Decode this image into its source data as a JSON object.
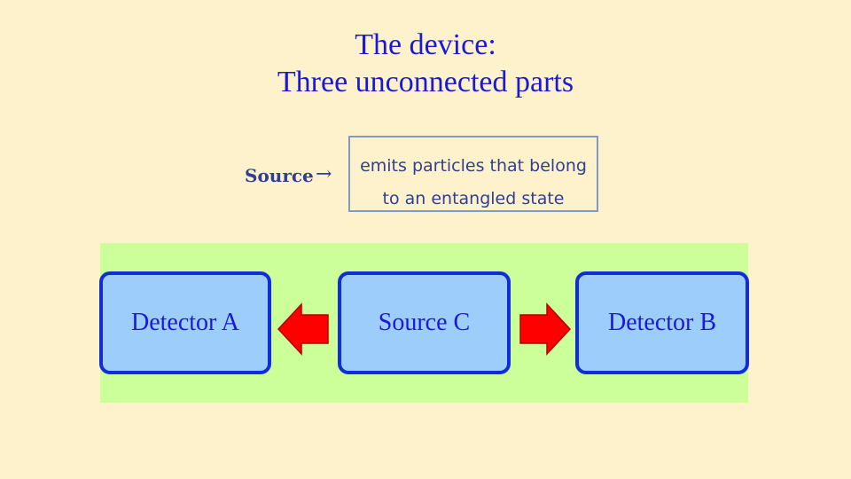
{
  "title": {
    "line1": "The device:",
    "line2": "Three unconnected parts"
  },
  "legend": {
    "source_label": "Source",
    "arrow_glyph": "→",
    "description_line1": "emits particles that belong",
    "description_line2": "to an entangled state"
  },
  "devices": {
    "detector_a": "Detector A",
    "source_c": "Source C",
    "detector_b": "Detector B"
  },
  "arrows": {
    "left": "arrow-left-icon",
    "right": "arrow-right-icon"
  },
  "colors": {
    "background": "#fef2cc",
    "title": "#1a1ad6",
    "panel": "#ccff99",
    "box_fill": "#9ccdfb",
    "box_border": "#0f2ed9",
    "arrow_fill": "#ff0000",
    "arrow_stroke": "#b30000"
  }
}
